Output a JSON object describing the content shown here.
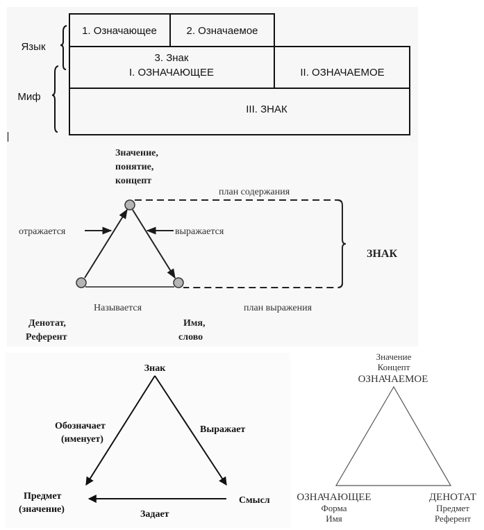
{
  "diagram1": {
    "row_labels": {
      "language": "Язык",
      "myth": "Миф"
    },
    "cells": {
      "signifier": "1. Означающее",
      "signified": "2. Означаемое",
      "sign": "3. Знак",
      "myth_signifier": "I. ОЗНАЧАЮЩЕЕ",
      "myth_signified": "II. ОЗНАЧАЕМОЕ",
      "myth_sign": "III. ЗНАК"
    }
  },
  "diagram2": {
    "top_node": [
      "Значение,",
      "понятие,",
      "концепт"
    ],
    "left_node": [
      "Денотат,",
      "Референт"
    ],
    "right_node": [
      "Имя,",
      "слово"
    ],
    "left_edge_label": "отражается",
    "right_edge_label": "выражается",
    "bottom_edge_label": "Называется",
    "content_plane": "план содержания",
    "expression_plane": "план выражения",
    "brace_label": "ЗНАК",
    "node_color": "#b5b5b5"
  },
  "diagram3": {
    "apex": "Знак",
    "left_vertex": [
      "Предмет",
      "(значение)"
    ],
    "right_vertex": "Смысл",
    "left_edge_label": [
      "Обозначает",
      "(именует)"
    ],
    "right_edge_label": "Выражает",
    "bottom_edge_label": "Задает"
  },
  "diagram4": {
    "apex": [
      "Значение",
      "Концепт",
      "ОЗНАЧАЕМОЕ"
    ],
    "left_vertex": [
      "ОЗНАЧАЮЩЕЕ",
      "Форма",
      "Имя"
    ],
    "right_vertex": [
      "ДЕНОТАТ",
      "Предмет",
      "Референт"
    ]
  }
}
